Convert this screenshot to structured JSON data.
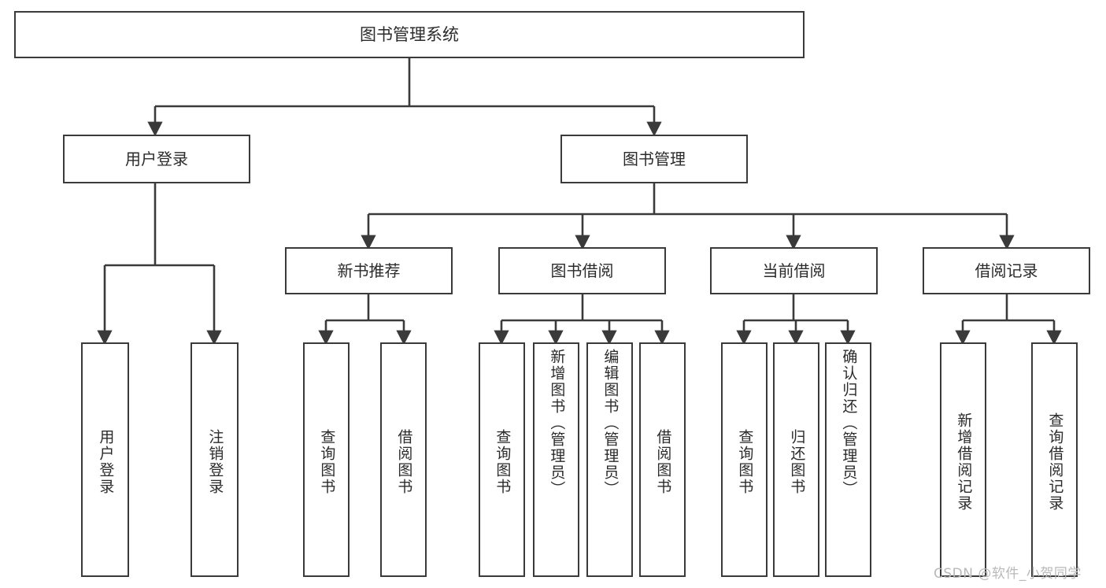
{
  "diagram": {
    "title": "图书管理系统",
    "type": "tree-hierarchy",
    "watermark": "CSDN @软件_小贺同学",
    "colors": {
      "background": "#ffffff",
      "box_border": "#3a3a3a",
      "box_fill": "#ffffff",
      "text": "#2b2b2b",
      "edge": "#3a3a3a",
      "watermark": "#b9b9b9"
    },
    "nodes": {
      "root": {
        "label": "图书管理系统",
        "level": 1
      },
      "level2": [
        {
          "id": "user-login",
          "label": "用户登录"
        },
        {
          "id": "book-manage",
          "label": "图书管理"
        }
      ],
      "level3": [
        {
          "id": "new-book-rec",
          "label": "新书推荐"
        },
        {
          "id": "book-borrow",
          "label": "图书借阅"
        },
        {
          "id": "current-borrow",
          "label": "当前借阅"
        },
        {
          "id": "borrow-record",
          "label": "借阅记录"
        }
      ],
      "leaves": {
        "user-login": [
          {
            "id": "leaf-user-login",
            "label": "用户登录"
          },
          {
            "id": "leaf-logout",
            "label": "注销登录"
          }
        ],
        "new-book-rec": [
          {
            "id": "leaf-query-book-1",
            "label": "查询图书"
          },
          {
            "id": "leaf-borrow-book-1",
            "label": "借阅图书"
          }
        ],
        "book-borrow": [
          {
            "id": "leaf-query-book-2",
            "label": "查询图书"
          },
          {
            "id": "leaf-add-book",
            "label": "新增图书（管理员）"
          },
          {
            "id": "leaf-edit-book",
            "label": "编辑图书（管理员）"
          },
          {
            "id": "leaf-borrow-book-2",
            "label": "借阅图书"
          }
        ],
        "current-borrow": [
          {
            "id": "leaf-query-book-3",
            "label": "查询图书"
          },
          {
            "id": "leaf-return-book",
            "label": "归还图书"
          },
          {
            "id": "leaf-confirm-return",
            "label": "确认归还（管理员）"
          }
        ],
        "borrow-record": [
          {
            "id": "leaf-add-record",
            "label": "新增借阅记录"
          },
          {
            "id": "leaf-query-record",
            "label": "查询借阅记录"
          }
        ]
      }
    },
    "edges": [
      {
        "from": "图书管理系统",
        "to": "用户登录"
      },
      {
        "from": "图书管理系统",
        "to": "图书管理"
      },
      {
        "from": "用户登录",
        "to": "用户登录"
      },
      {
        "from": "用户登录",
        "to": "注销登录"
      },
      {
        "from": "图书管理",
        "to": "新书推荐"
      },
      {
        "from": "图书管理",
        "to": "图书借阅"
      },
      {
        "from": "图书管理",
        "to": "当前借阅"
      },
      {
        "from": "图书管理",
        "to": "借阅记录"
      },
      {
        "from": "新书推荐",
        "to": "查询图书"
      },
      {
        "from": "新书推荐",
        "to": "借阅图书"
      },
      {
        "from": "图书借阅",
        "to": "查询图书"
      },
      {
        "from": "图书借阅",
        "to": "新增图书（管理员）"
      },
      {
        "from": "图书借阅",
        "to": "编辑图书（管理员）"
      },
      {
        "from": "图书借阅",
        "to": "借阅图书"
      },
      {
        "from": "当前借阅",
        "to": "查询图书"
      },
      {
        "from": "当前借阅",
        "to": "归还图书"
      },
      {
        "from": "当前借阅",
        "to": "确认归还（管理员）"
      },
      {
        "from": "借阅记录",
        "to": "新增借阅记录"
      },
      {
        "from": "借阅记录",
        "to": "查询借阅记录"
      }
    ]
  }
}
